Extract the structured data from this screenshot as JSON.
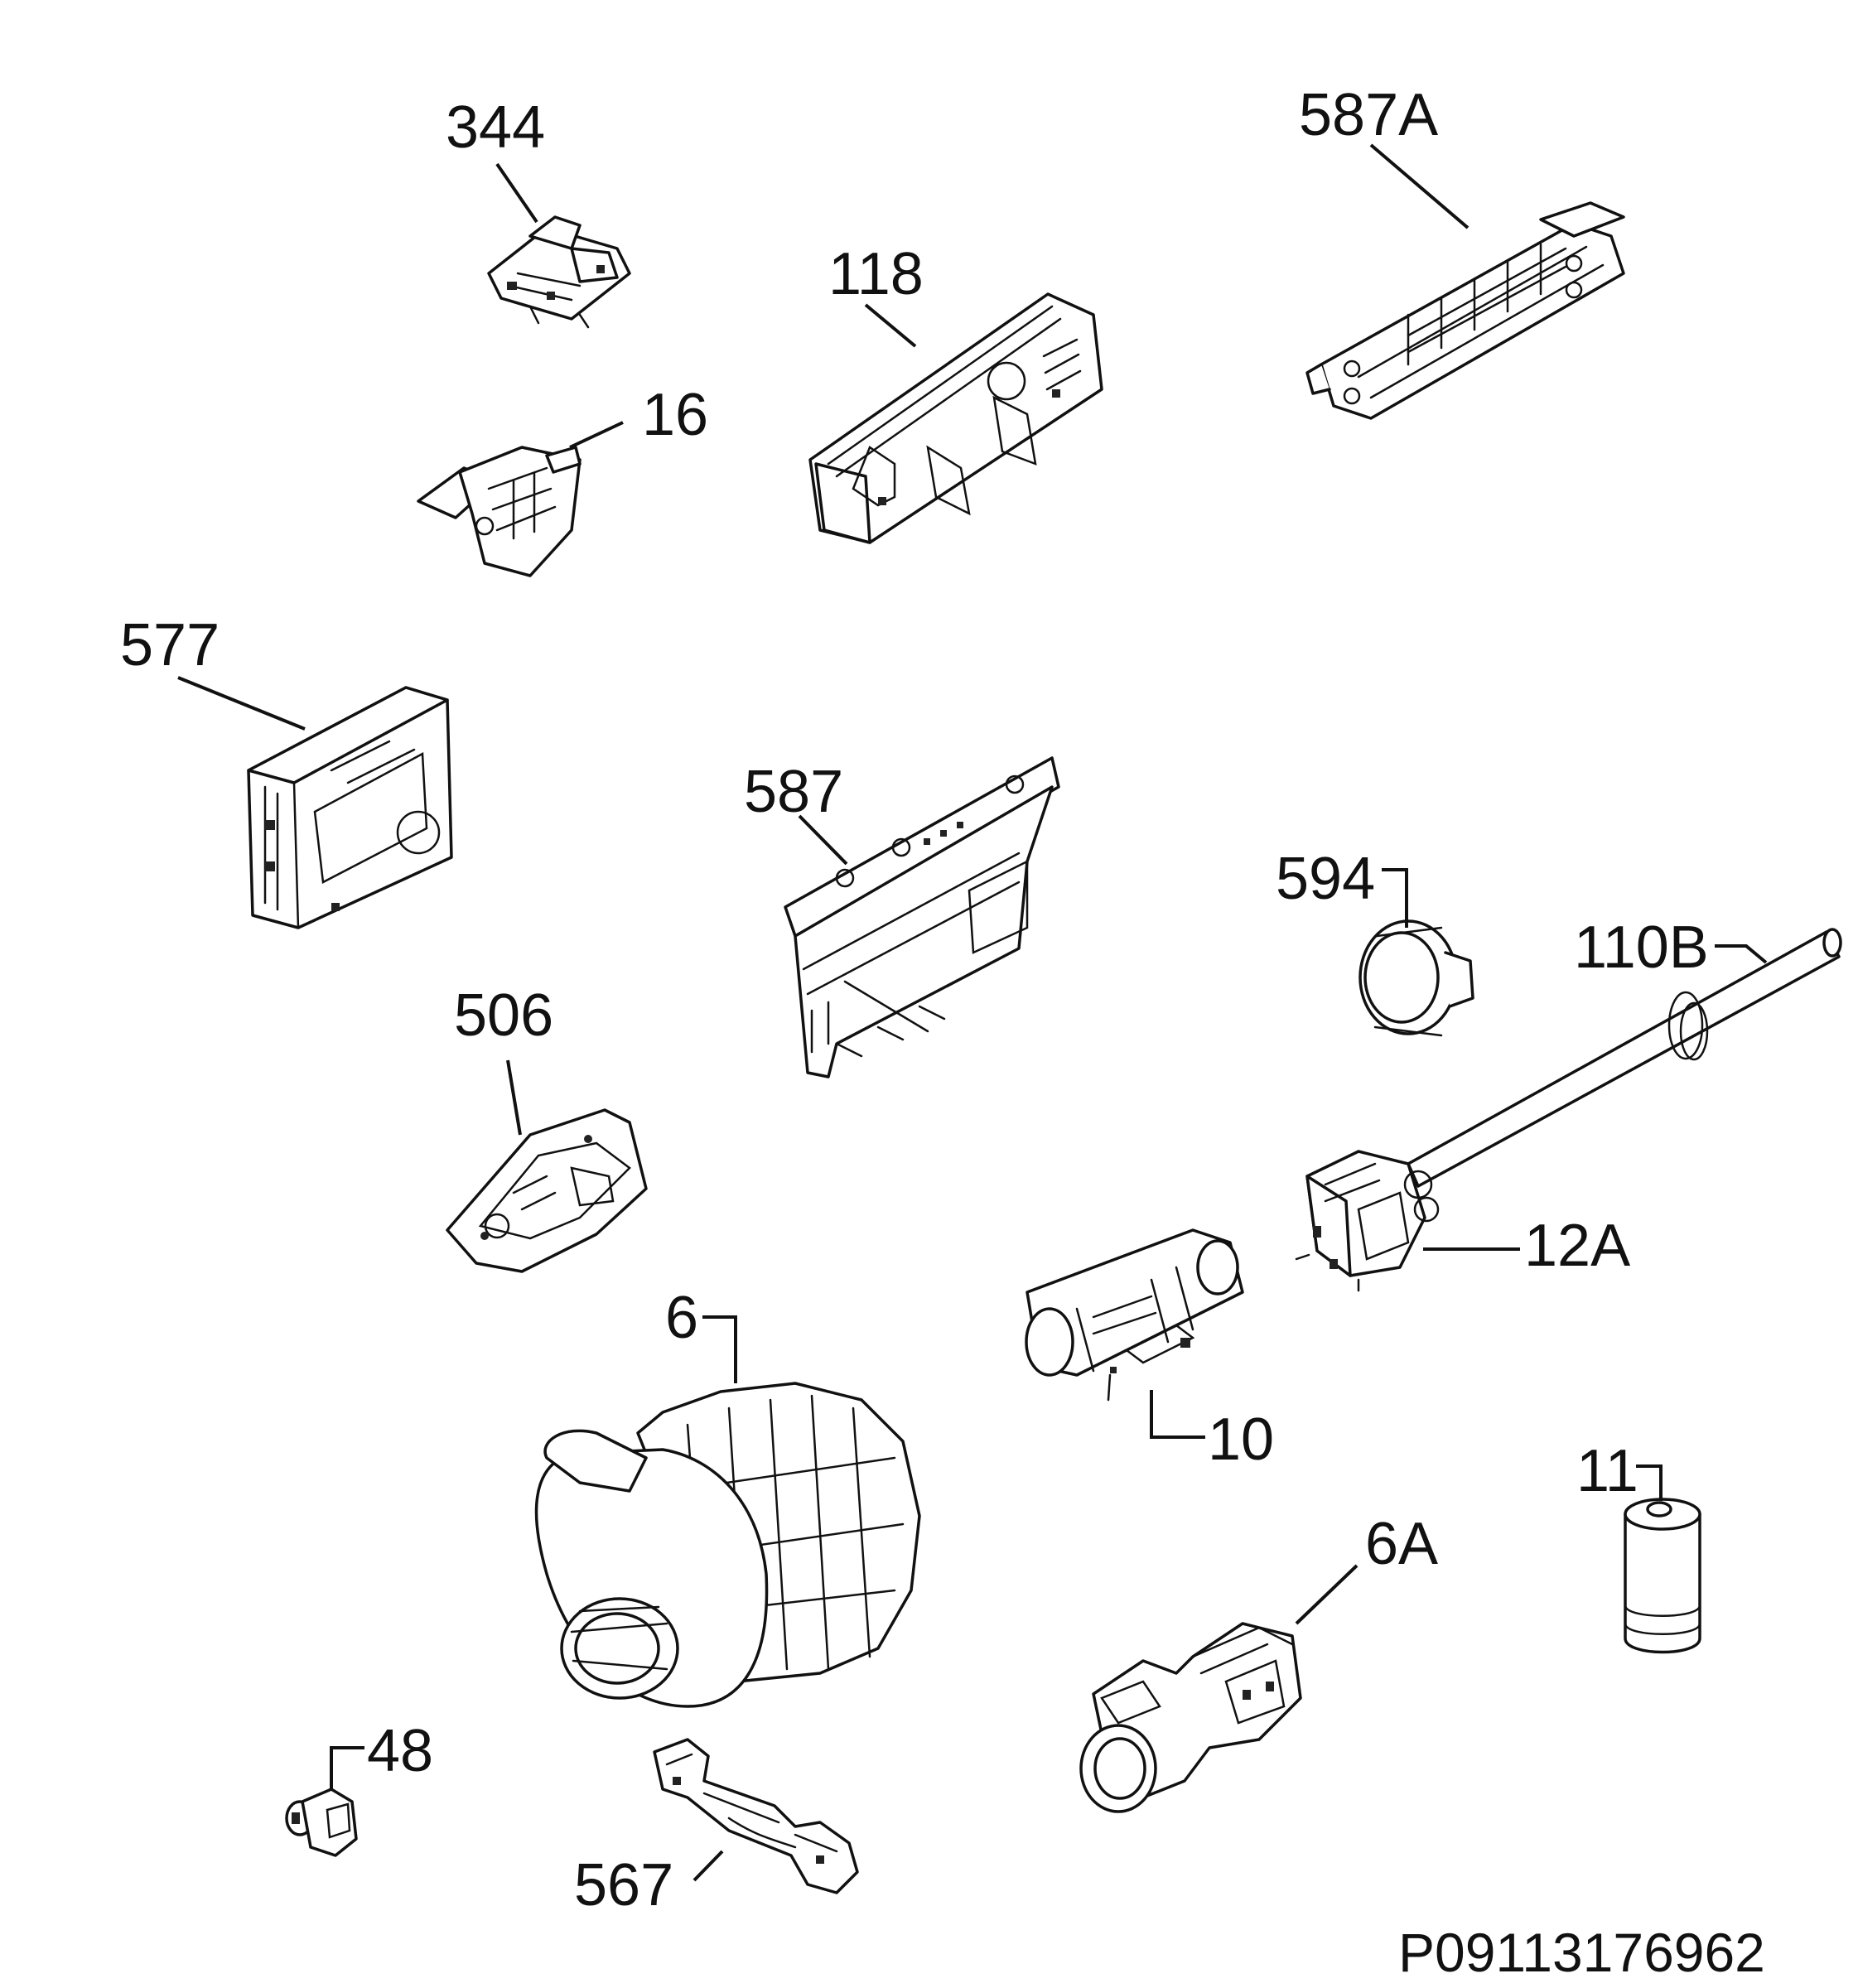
{
  "diagram": {
    "parts": [
      {
        "key": "p344",
        "label": "344",
        "icon": "switch-icon"
      },
      {
        "key": "p587A",
        "label": "587A",
        "icon": "control-panel-board-icon"
      },
      {
        "key": "p118",
        "label": "118",
        "icon": "electronic-module-icon"
      },
      {
        "key": "p16",
        "label": "16",
        "icon": "door-switch-icon"
      },
      {
        "key": "p577",
        "label": "577",
        "icon": "module-housing-icon"
      },
      {
        "key": "p587",
        "label": "587",
        "icon": "pcb-bracket-icon"
      },
      {
        "key": "p594",
        "label": "594",
        "icon": "knob-ring-icon"
      },
      {
        "key": "p110B",
        "label": "110B",
        "icon": "tube-icon"
      },
      {
        "key": "p506",
        "label": "506",
        "icon": "holder-icon"
      },
      {
        "key": "p12A",
        "label": "12A",
        "icon": "pump-connector-icon"
      },
      {
        "key": "p6",
        "label": "6",
        "icon": "motor-pump-icon"
      },
      {
        "key": "p10",
        "label": "10",
        "icon": "heater-icon"
      },
      {
        "key": "p11",
        "label": "11",
        "icon": "capacitor-icon"
      },
      {
        "key": "p6A",
        "label": "6A",
        "icon": "drain-pump-icon"
      },
      {
        "key": "p48",
        "label": "48",
        "icon": "plug-icon"
      },
      {
        "key": "p567",
        "label": "567",
        "icon": "bracket-clip-icon"
      }
    ],
    "drawing_code": "P09113176962"
  }
}
